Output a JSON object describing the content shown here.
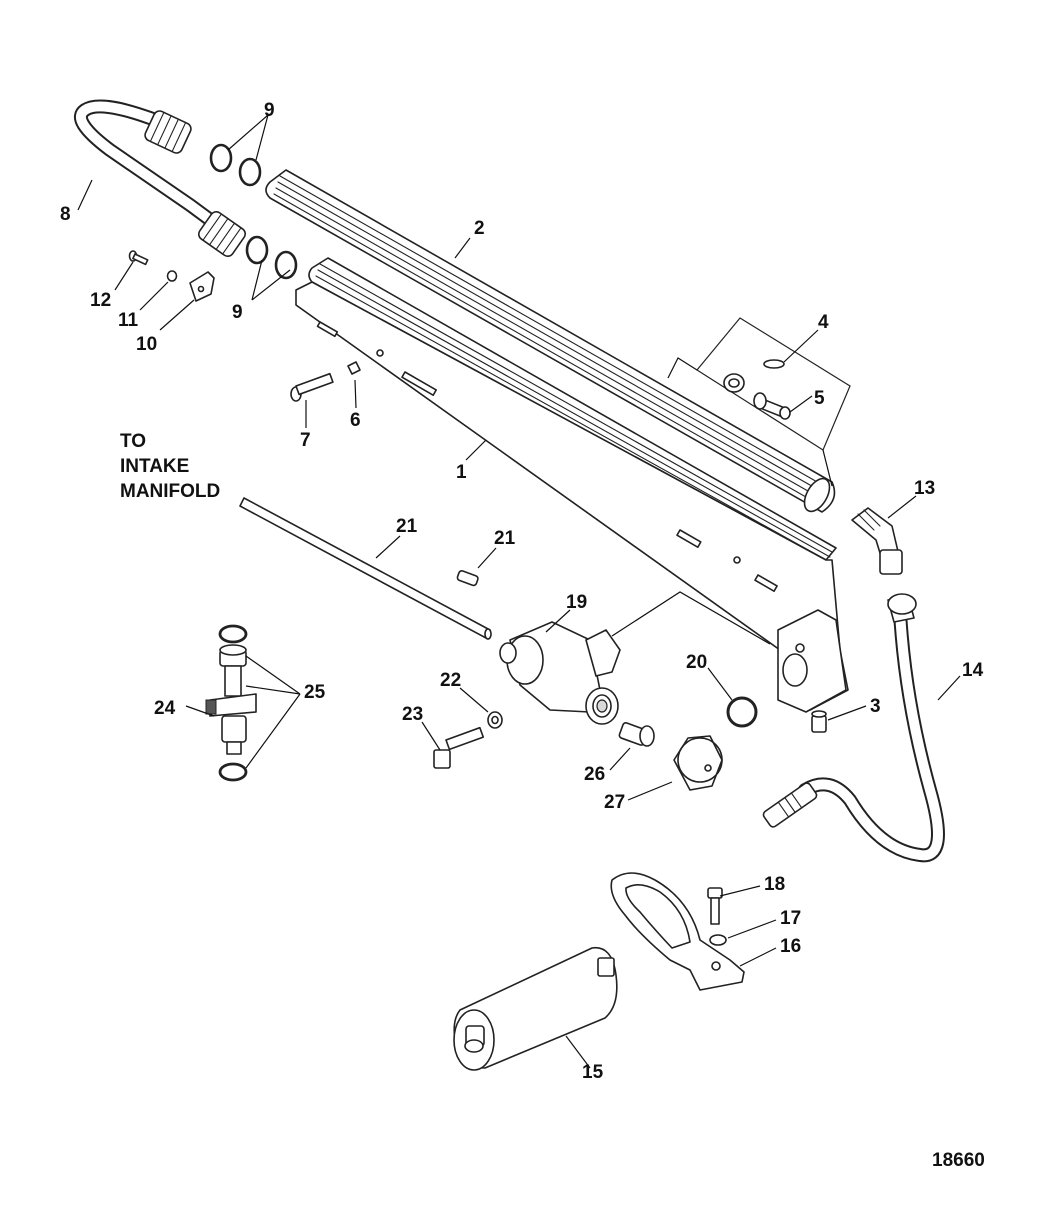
{
  "diagram": {
    "note_lines": [
      "TO",
      "INTAKE",
      "MANIFOLD"
    ],
    "figure_number": "18660",
    "callouts": [
      {
        "id": "c9a",
        "text": "9"
      },
      {
        "id": "c8",
        "text": "8"
      },
      {
        "id": "c2",
        "text": "2"
      },
      {
        "id": "c12",
        "text": "12"
      },
      {
        "id": "c11",
        "text": "11"
      },
      {
        "id": "c9b",
        "text": "9"
      },
      {
        "id": "c10",
        "text": "10"
      },
      {
        "id": "c4",
        "text": "4"
      },
      {
        "id": "c5",
        "text": "5"
      },
      {
        "id": "c7",
        "text": "7"
      },
      {
        "id": "c6",
        "text": "6"
      },
      {
        "id": "c1",
        "text": "1"
      },
      {
        "id": "c13",
        "text": "13"
      },
      {
        "id": "c21a",
        "text": "21"
      },
      {
        "id": "c21b",
        "text": "21"
      },
      {
        "id": "c19",
        "text": "19"
      },
      {
        "id": "c25",
        "text": "25"
      },
      {
        "id": "c24",
        "text": "24"
      },
      {
        "id": "c22",
        "text": "22"
      },
      {
        "id": "c20",
        "text": "20"
      },
      {
        "id": "c14",
        "text": "14"
      },
      {
        "id": "c23",
        "text": "23"
      },
      {
        "id": "c3",
        "text": "3"
      },
      {
        "id": "c26",
        "text": "26"
      },
      {
        "id": "c27",
        "text": "27"
      },
      {
        "id": "c18",
        "text": "18"
      },
      {
        "id": "c17",
        "text": "17"
      },
      {
        "id": "c16",
        "text": "16"
      },
      {
        "id": "c15",
        "text": "15"
      }
    ]
  }
}
